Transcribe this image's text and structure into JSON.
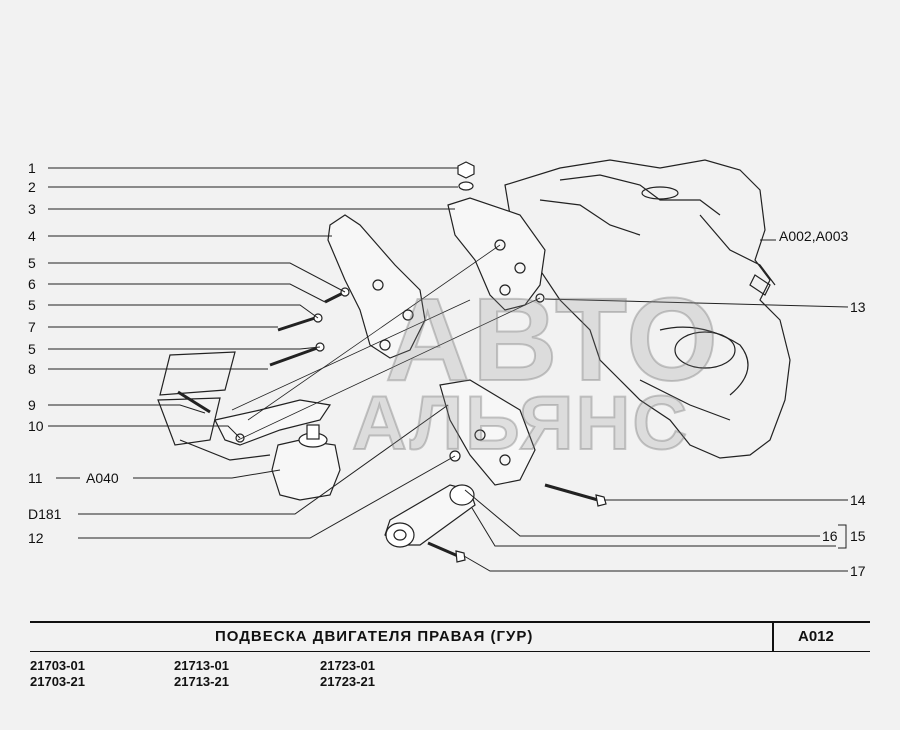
{
  "callouts_left": [
    "1",
    "2",
    "3",
    "4",
    "5",
    "6",
    "5",
    "7",
    "5",
    "8",
    "9",
    "10",
    "11",
    "D181",
    "12"
  ],
  "callouts_right": [
    "13",
    "14",
    "15",
    "16",
    "17"
  ],
  "refs": {
    "engine_ref": "A002,A003",
    "mount_ref": "A040"
  },
  "watermark": {
    "line1": "АВТО",
    "line2": "АЛЬЯНС"
  },
  "title": {
    "text": "ПОДВЕСКА ДВИГАТЕЛЯ ПРАВАЯ (ГУР)",
    "code": "A012"
  },
  "models": [
    [
      "21703-01",
      "21703-21"
    ],
    [
      "21713-01",
      "21713-21"
    ],
    [
      "21723-01",
      "21723-21"
    ]
  ]
}
